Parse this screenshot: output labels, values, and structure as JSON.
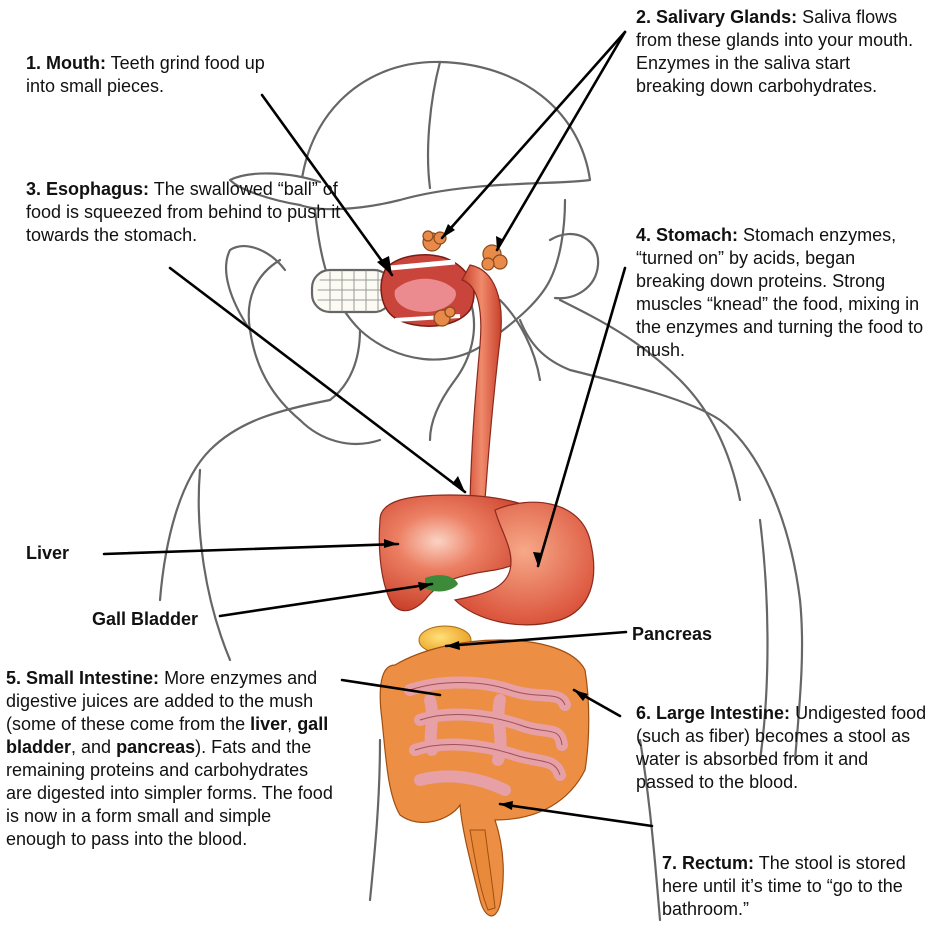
{
  "labels": {
    "mouth": {
      "title": "1. Mouth:",
      "text": "Teeth grind food up into small pieces."
    },
    "salivary": {
      "title": "2. Salivary Glands:",
      "text": "Saliva flows from these glands into your mouth. Enzymes in the saliva start breaking down carbohydrates."
    },
    "esophagus": {
      "title": "3. Esophagus:",
      "text": "The swallowed “ball” of food is squeezed from behind to push it towards the stomach."
    },
    "stomach": {
      "title": "4. Stomach:",
      "text": "Stomach enzymes, “turned on” by acids, began breaking down proteins. Strong muscles “knead” the food, mixing in the enzymes and turning the food to mush."
    },
    "liver": {
      "title": "Liver"
    },
    "gall_bladder": {
      "title": "Gall Bladder"
    },
    "pancreas": {
      "title": "Pancreas"
    },
    "small_intestine": {
      "title": "5. Small Intestine:",
      "text_1": "More enzymes and digestive juices are added to the mush (some of these come from the",
      "bold_liver": "liver",
      "sep_1": ",",
      "bold_gall": "gall bladder",
      "sep_2": ", and",
      "bold_pancreas": "pancreas",
      "text_2": "). Fats and the remaining proteins and carbohydrates are digested into simpler forms. The food is now in a form small and simple enough to pass into the blood."
    },
    "large_intestine": {
      "title": "6. Large Intestine:",
      "text": "Undigested food (such as fiber) becomes a stool as water is absorbed from it and passed to the blood."
    },
    "rectum": {
      "title": "7. Rectum:",
      "text": "The stool is stored here until it’s time to “go to the bathroom.”"
    }
  },
  "colors": {
    "organ_red": "#e0553b",
    "liver_red": "#d9452f",
    "intestine_pink": "#e9a0a6",
    "large_intestine_orange": "#e98a3a",
    "pancreas_yellow": "#f4b12a",
    "gall_green": "#3d8a3a",
    "outline_gray": "#666666"
  }
}
